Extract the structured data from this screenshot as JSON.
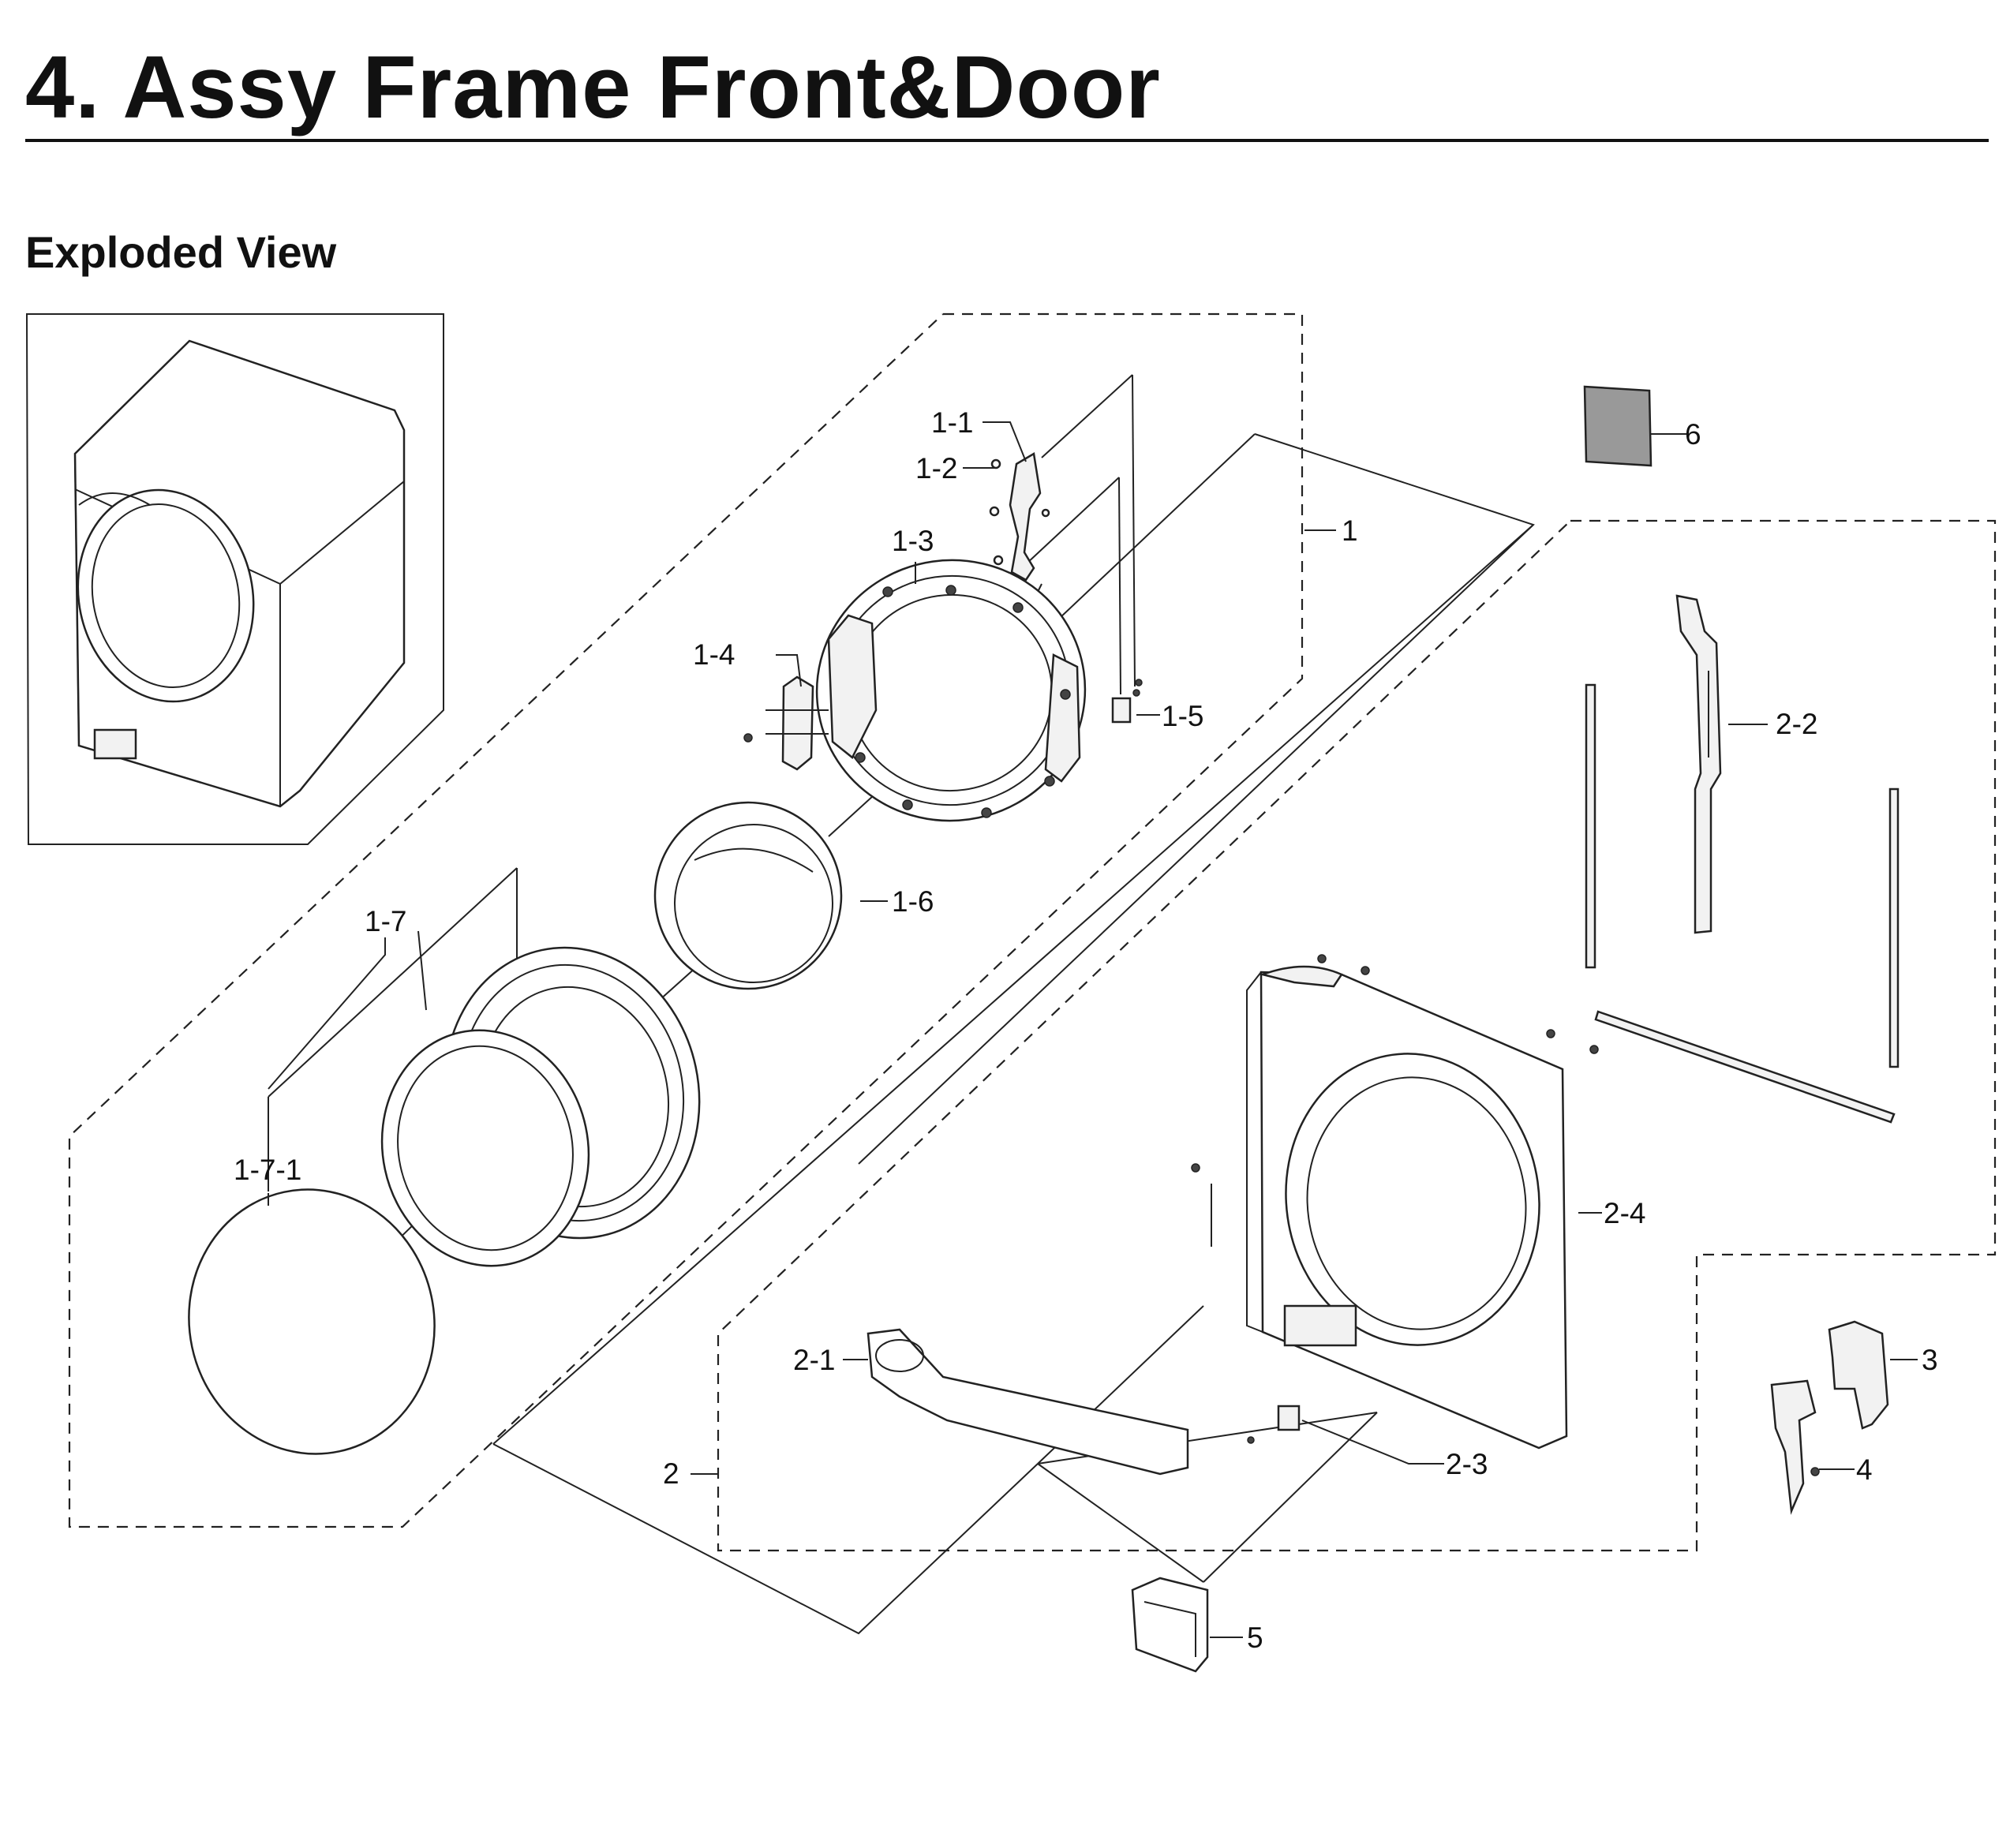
{
  "page": {
    "title": "4.  Assy Frame Front&Door",
    "subtitle": "Exploded View"
  },
  "callouts": {
    "c1": "1",
    "c1_1": "1-1",
    "c1_2": "1-2",
    "c1_3": "1-3",
    "c1_4": "1-4",
    "c1_5": "1-5",
    "c1_6": "1-6",
    "c1_7": "1-7",
    "c1_7_1": "1-7-1",
    "c2": "2",
    "c2_1": "2-1",
    "c2_2": "2-2",
    "c2_3": "2-3",
    "c2_4": "2-4",
    "c3": "3",
    "c4": "4",
    "c5": "5",
    "c6": "6"
  }
}
